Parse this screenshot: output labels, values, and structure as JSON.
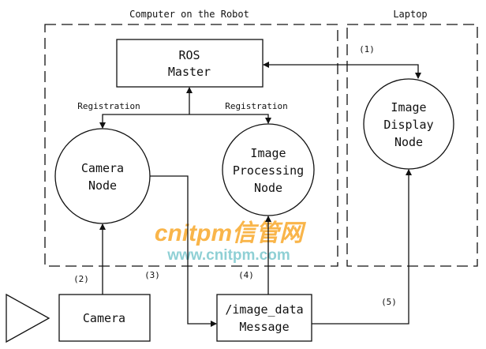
{
  "titles": {
    "robot": "Computer on the Robot",
    "laptop": "Laptop"
  },
  "nodes": {
    "ros_master": [
      "ROS",
      "Master"
    ],
    "camera_node": [
      "Camera",
      "Node"
    ],
    "image_processing": [
      "Image",
      "Processing",
      "Node"
    ],
    "image_display": [
      "Image",
      "Display",
      "Node"
    ],
    "camera": "Camera",
    "message": [
      "/image_data",
      "Message"
    ]
  },
  "edge_labels": {
    "registration_left": "Registration",
    "registration_right": "Registration",
    "step1": "(1)",
    "step2": "(2)",
    "step3": "(3)",
    "step4": "(4)",
    "step5": "(5)"
  },
  "watermark": {
    "brand": "cnitpm信管网",
    "url": "www.cnitpm.com"
  }
}
